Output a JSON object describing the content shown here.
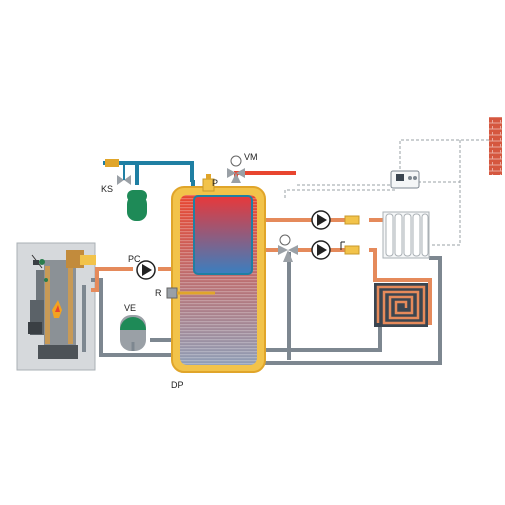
{
  "labels": {
    "vm": "VM",
    "ks": "KS",
    "p": "P",
    "pc": "PC",
    "ve": "VE",
    "r": "R",
    "dp": "DP"
  },
  "colors": {
    "hot": "#e8452f",
    "warm": "#e58a5b",
    "cold": "#7d8790",
    "blue": "#1f7fa3",
    "jacket": "#f2c34a",
    "jacket_edge": "#e0a52a",
    "green": "#1e8a57",
    "boiler_bg": "#d6d9dc",
    "brick": "#d5573f"
  },
  "icons": [
    "boiler",
    "storage-tank",
    "pump",
    "mixing-valve",
    "radiator",
    "underfloor-coil",
    "thermostat",
    "chimney",
    "expansion-vessel",
    "safety-valve",
    "electric-heater"
  ]
}
